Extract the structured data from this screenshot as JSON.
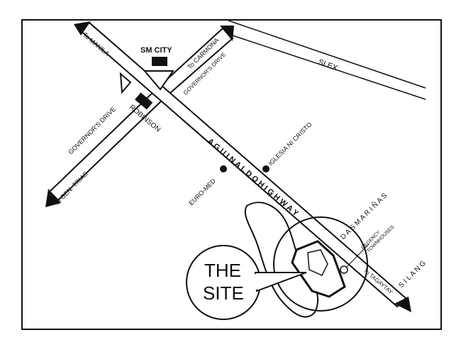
{
  "map": {
    "labels": {
      "to_manila": "To MANILA",
      "sm_city": "SM CITY",
      "to_carmona": "To CARMONA",
      "governors_drive_upper": "GOVERNOR'S DRIVE",
      "slex": "SLEX",
      "robinson": "ROBINSON",
      "governors_drive_lower": "GOVERNOR'S DRIVE",
      "to_gen_trias": "To GEN. TRIAS",
      "iglesia_ni_cristo": "IGLESIA NI CRISTO",
      "euro_med": "EURO-MED",
      "aguinaldo_highway": "A G U I N A L D O   H I G H W A Y",
      "dasmarinas": "D A S M A R I Ñ A S",
      "regency_line1": "REGENCY",
      "regency_line2": "TOWNHOUSES",
      "to_tagaytay": "To TAGAYTAY",
      "silang": "S I L A N G",
      "the_site_line1": "THE",
      "the_site_line2": "SITE"
    },
    "colors": {
      "ink": "#111111",
      "background": "#ffffff"
    }
  }
}
